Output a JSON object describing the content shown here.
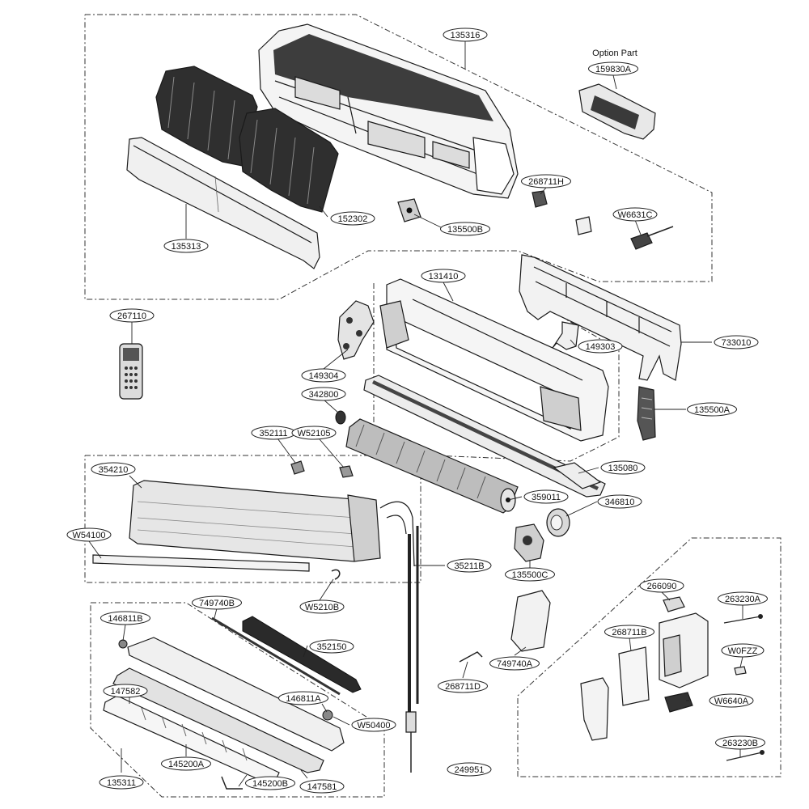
{
  "diagram": {
    "option_part_label": "Option Part",
    "labels": [
      {
        "id": "135316",
        "text": "135316"
      },
      {
        "id": "159830A",
        "text": "159830A"
      },
      {
        "id": "268711H",
        "text": "268711H"
      },
      {
        "id": "W6631C",
        "text": "W6631C"
      },
      {
        "id": "152302",
        "text": "152302"
      },
      {
        "id": "135500B",
        "text": "135500B"
      },
      {
        "id": "135313",
        "text": "135313"
      },
      {
        "id": "267110",
        "text": "267110"
      },
      {
        "id": "131410",
        "text": "131410"
      },
      {
        "id": "733010",
        "text": "733010"
      },
      {
        "id": "149303",
        "text": "149303"
      },
      {
        "id": "149304",
        "text": "149304"
      },
      {
        "id": "342800",
        "text": "342800"
      },
      {
        "id": "135500A",
        "text": "135500A"
      },
      {
        "id": "352111",
        "text": "352111"
      },
      {
        "id": "W52105",
        "text": "W52105"
      },
      {
        "id": "135080",
        "text": "135080"
      },
      {
        "id": "354210",
        "text": "354210"
      },
      {
        "id": "359011",
        "text": "359011"
      },
      {
        "id": "346810",
        "text": "346810"
      },
      {
        "id": "W54100",
        "text": "W54100"
      },
      {
        "id": "35211B",
        "text": "35211B"
      },
      {
        "id": "135500C",
        "text": "135500C"
      },
      {
        "id": "266090",
        "text": "266090"
      },
      {
        "id": "263230A",
        "text": "263230A"
      },
      {
        "id": "W5210B",
        "text": "W5210B"
      },
      {
        "id": "749740B",
        "text": "749740B"
      },
      {
        "id": "146811B",
        "text": "146811B"
      },
      {
        "id": "268711B",
        "text": "268711B"
      },
      {
        "id": "W0FZZ",
        "text": "W0FZZ"
      },
      {
        "id": "352150",
        "text": "352150"
      },
      {
        "id": "749740A",
        "text": "749740A"
      },
      {
        "id": "147582",
        "text": "147582"
      },
      {
        "id": "268711D",
        "text": "268711D"
      },
      {
        "id": "146811A",
        "text": "146811A"
      },
      {
        "id": "W6640A",
        "text": "W6640A"
      },
      {
        "id": "W50400",
        "text": "W50400"
      },
      {
        "id": "263230B",
        "text": "263230B"
      },
      {
        "id": "145200A",
        "text": "145200A"
      },
      {
        "id": "249951",
        "text": "249951"
      },
      {
        "id": "135311",
        "text": "135311"
      },
      {
        "id": "145200B",
        "text": "145200B"
      },
      {
        "id": "147581",
        "text": "147581"
      }
    ]
  }
}
